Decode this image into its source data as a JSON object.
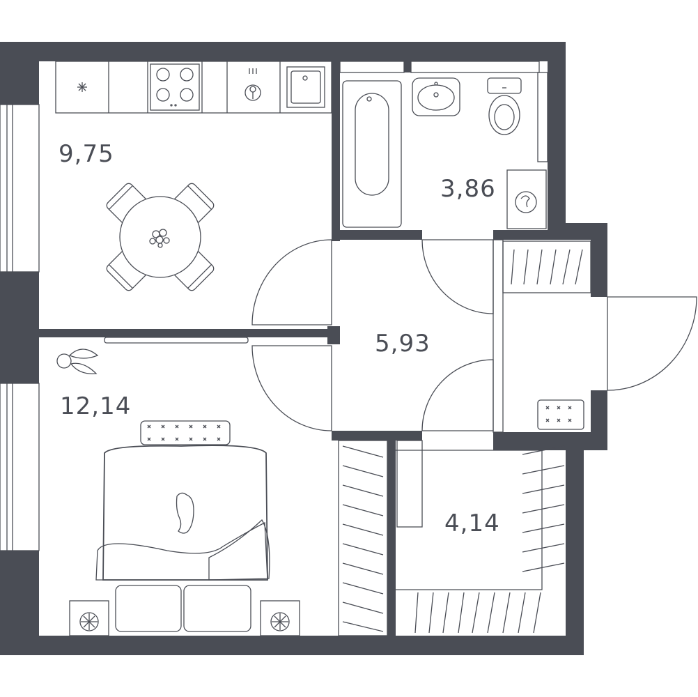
{
  "rooms": [
    {
      "id": "kitchen",
      "area": "9,75"
    },
    {
      "id": "bathroom",
      "area": "3,86"
    },
    {
      "id": "hallway",
      "area": "5,93"
    },
    {
      "id": "bedroom",
      "area": "12,14"
    },
    {
      "id": "wardrobe",
      "area": "4,14"
    }
  ],
  "colors": {
    "wall": "#4a4d55",
    "background": "#ffffff"
  }
}
